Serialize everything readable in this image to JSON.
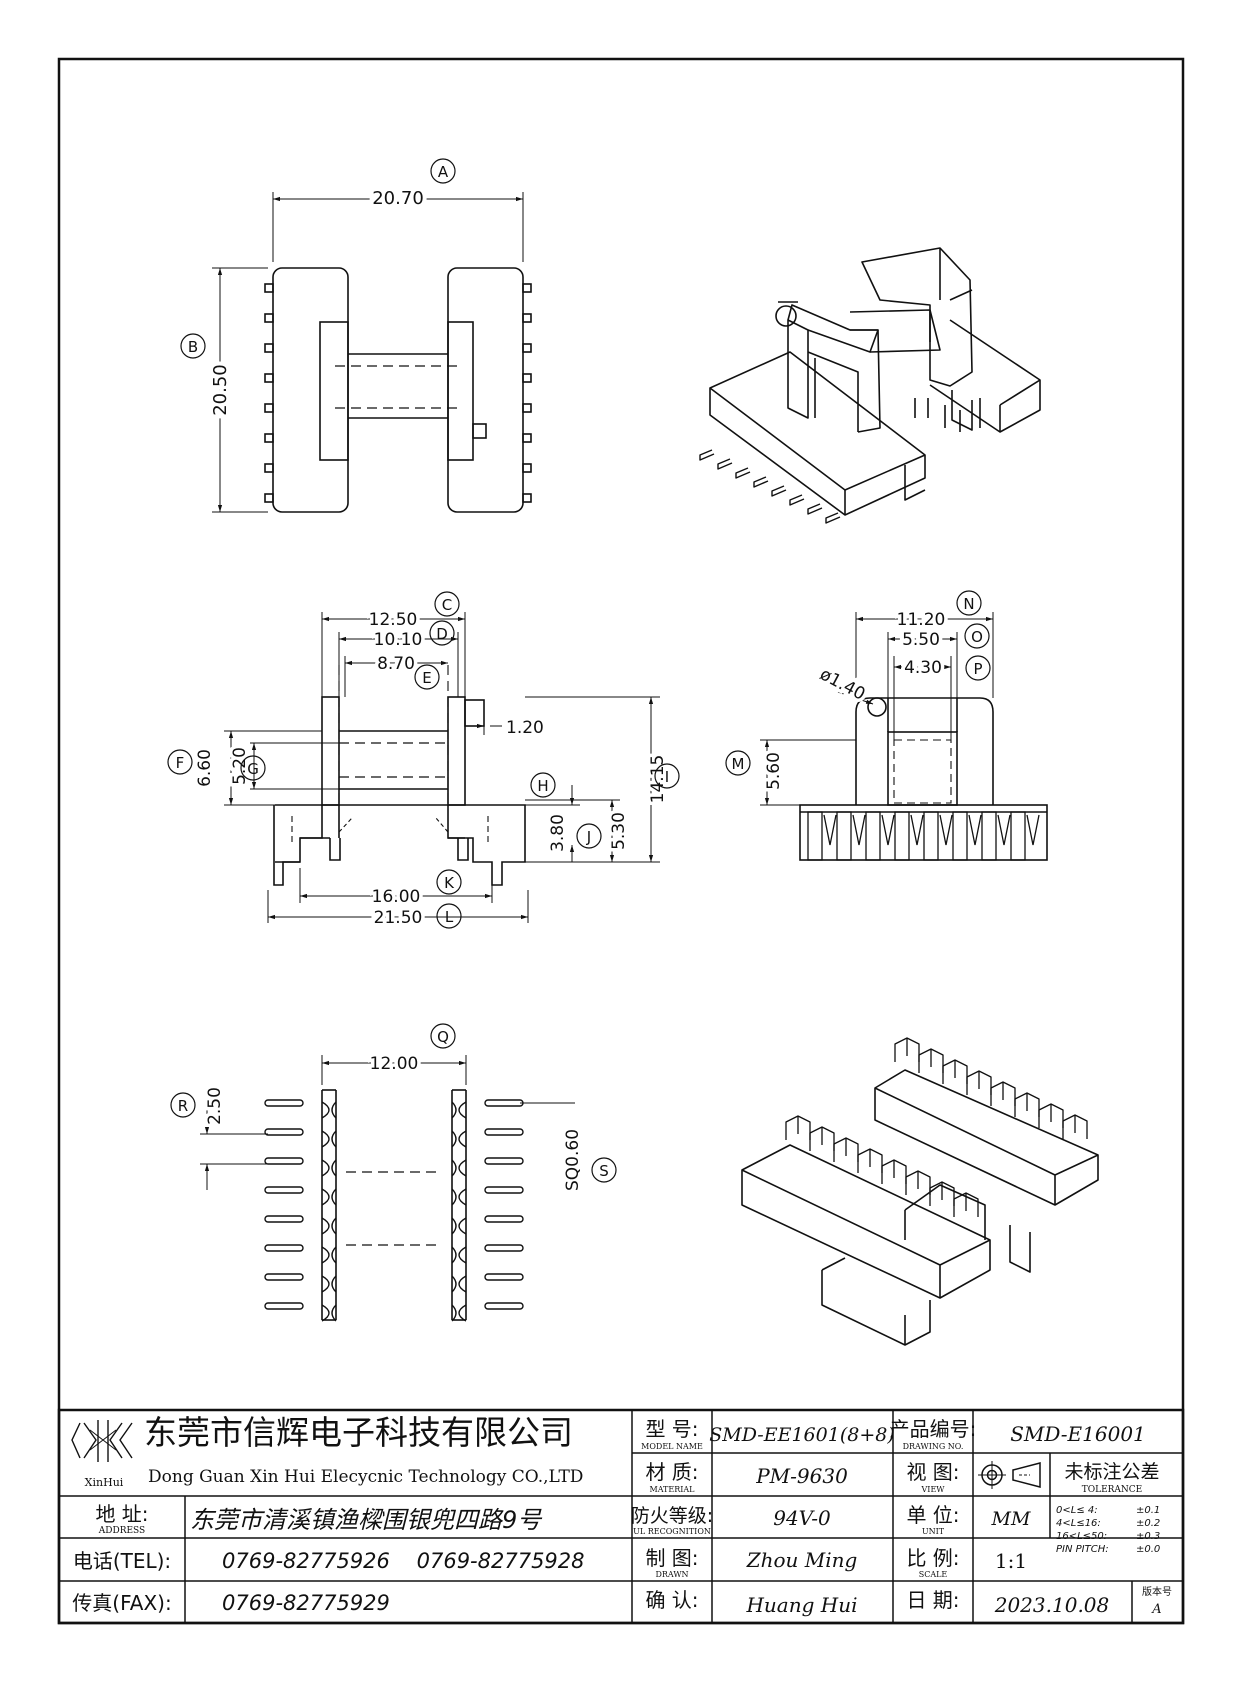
{
  "dimensions": {
    "A": {
      "letter": "A",
      "value": "20.70"
    },
    "B": {
      "letter": "B",
      "value": "20.50"
    },
    "C": {
      "letter": "C",
      "value": "12.50"
    },
    "D": {
      "letter": "D",
      "value": "10.10"
    },
    "E": {
      "letter": "E",
      "value": "8.70"
    },
    "F": {
      "letter": "F",
      "value": "6.60"
    },
    "G": {
      "letter": "G",
      "value": "5.20"
    },
    "H": {
      "letter": "H",
      "value": "3.80"
    },
    "I": {
      "letter": "I",
      "value": "14.15"
    },
    "J": {
      "letter": "J",
      "value": "5.30"
    },
    "K": {
      "letter": "K",
      "value": "16.00"
    },
    "L": {
      "letter": "L",
      "value": "21.50"
    },
    "M": {
      "letter": "M",
      "value": "5.60"
    },
    "N": {
      "letter": "N",
      "value": "11.20"
    },
    "O": {
      "letter": "O",
      "value": "5.50"
    },
    "P": {
      "letter": "P",
      "value": "4.30"
    },
    "Q": {
      "letter": "Q",
      "value": "12.00"
    },
    "R": {
      "letter": "R",
      "value": "2.50"
    },
    "S": {
      "letter": "S",
      "value": "SQ0.60"
    },
    "pin_w": {
      "value": "1.20"
    },
    "hole": {
      "value": "ø1.40"
    }
  },
  "title_block": {
    "logo_text": "XinHui",
    "company_cn": "东莞市信辉电子科技有限公司",
    "company_en": "Dong Guan Xin Hui Elecycnic Technology CO.,LTD",
    "address_label_cn": "地 址:",
    "address_label_en": "ADDRESS",
    "address_value": "东莞市清溪镇渔樑围银兜四路9号",
    "tel_label": "电话(TEL):",
    "tel_values": "0769-82775926    0769-82775928",
    "fax_label": "传真(FAX):",
    "fax_value": "0769-82775929",
    "model_label_cn": "型 号:",
    "model_label_en": "MODEL NAME",
    "model_value": "SMD-EE1601(8+8)",
    "material_label_cn": "材 质:",
    "material_label_en": "MATERIAL",
    "material_value": "PM-9630",
    "ul_label_cn": "防火等级:",
    "ul_label_en": "UL RECOGNITION",
    "ul_value": "94V-0",
    "drawn_label_cn": "制 图:",
    "drawn_label_en": "DRAWN",
    "drawn_value": "Zhou Ming",
    "checked_label_cn": "确 认:",
    "checked_value": "Huang Hui",
    "drawing_no_label_cn": "产品编号:",
    "drawing_no_label_en": "DRAWING NO.",
    "drawing_no_value": "SMD-E16001",
    "view_label_cn": "视 图:",
    "view_label_en": "VIEW",
    "unit_label_cn": "单 位:",
    "unit_label_en": "UNIT",
    "unit_value": "MM",
    "scale_label_cn": "比 例:",
    "scale_label_en": "SCALE",
    "scale_value": "1:1",
    "date_label_cn": "日 期:",
    "date_value": "2023.10.08",
    "tolerance_title_cn": "未标注公差",
    "tolerance_title_en": "TOLERANCE",
    "tolerance_rows": [
      {
        "range": "0<L≤ 4:",
        "value": "±0.1"
      },
      {
        "range": "4<L≤16:",
        "value": "±0.2"
      },
      {
        "range": "16<L≤50:",
        "value": "±0.3"
      },
      {
        "range": "PIN PITCH:",
        "value": "±0.0"
      }
    ],
    "version_label": "版本号",
    "version_value": "A"
  }
}
